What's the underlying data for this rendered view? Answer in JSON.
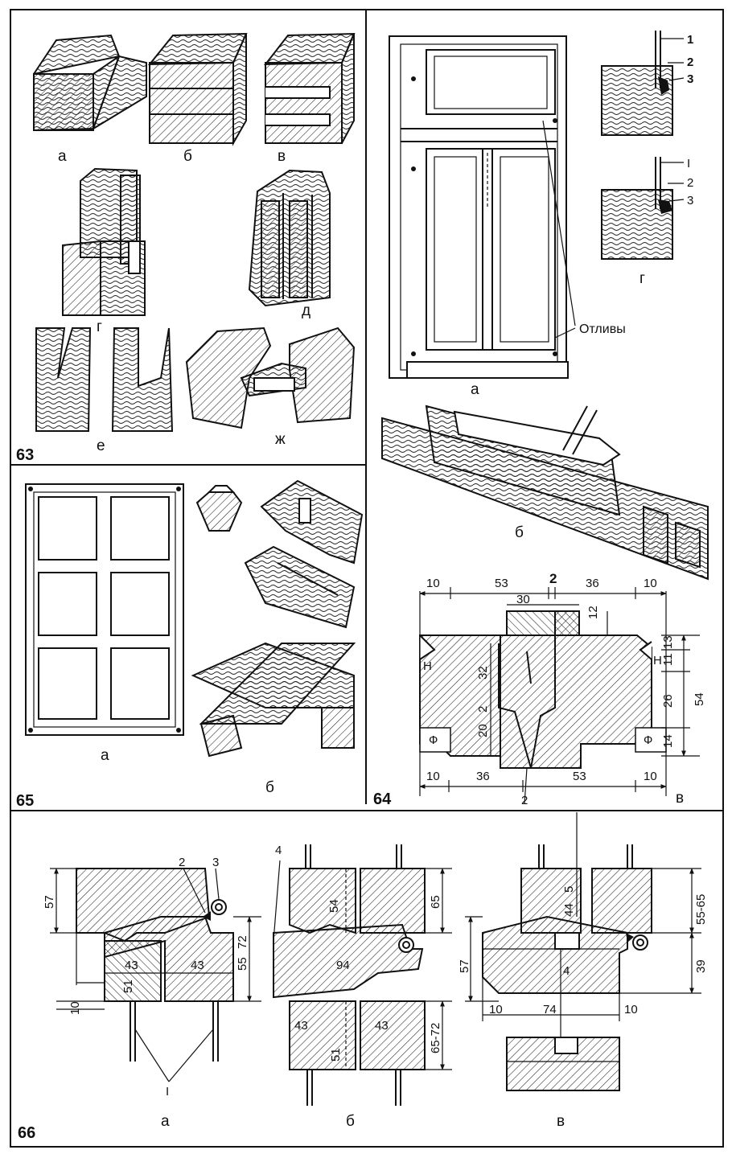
{
  "figures": {
    "f63": {
      "number": "63",
      "labels": [
        "а",
        "б",
        "в",
        "г",
        "д",
        "е",
        "ж"
      ]
    },
    "f64": {
      "number": "64",
      "labels": {
        "a": "а",
        "b": "б",
        "v": "в",
        "g": "г"
      },
      "callout": "Отливы",
      "detail_numbers_top": [
        "1",
        "2",
        "3"
      ],
      "detail_numbers_bottom": [
        "I",
        "2",
        "3"
      ],
      "dims": {
        "top": [
          "10",
          "53",
          "2",
          "36",
          "10"
        ],
        "top_inner": [
          "30",
          "12"
        ],
        "bottom": [
          "10",
          "36",
          "53",
          "10"
        ],
        "bottom_center": "2",
        "left_vert": [
          "32",
          "2",
          "20"
        ],
        "right_vert": [
          "13",
          "11",
          "26",
          "14"
        ],
        "total_right": "54",
        "letters": [
          "Н",
          "Н",
          "Ф",
          "Ф"
        ]
      }
    },
    "f65": {
      "number": "65",
      "labels": [
        "а",
        "б"
      ]
    },
    "f66": {
      "number": "66",
      "labels": [
        "а",
        "б",
        "в"
      ],
      "a": {
        "dims": [
          "57",
          "43",
          "43",
          "51",
          "10",
          "55",
          "72"
        ],
        "callouts": [
          "2",
          "3",
          "I"
        ]
      },
      "b": {
        "dims": [
          "54",
          "65",
          "94",
          "43",
          "43",
          "51",
          "65-72"
        ],
        "callouts": [
          "4"
        ]
      },
      "v": {
        "dims": [
          "44",
          "5",
          "55-65",
          "57",
          "39",
          "10",
          "74",
          "10"
        ],
        "callouts": [
          "4"
        ]
      }
    }
  }
}
